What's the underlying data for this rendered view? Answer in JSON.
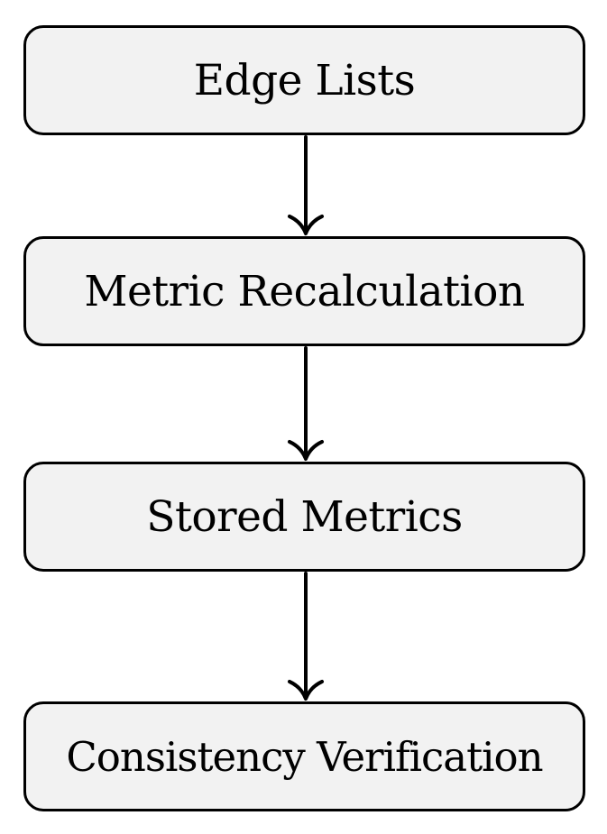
{
  "diagram": {
    "type": "flowchart",
    "direction": "top-to-bottom",
    "colors": {
      "node_fill": "#f2f2f2",
      "node_border": "#000000",
      "arrow": "#000000",
      "text": "#000000",
      "background": "#ffffff"
    },
    "nodes": [
      {
        "id": "edge-lists",
        "label": "Edge Lists"
      },
      {
        "id": "metric-recalculation",
        "label": "Metric Recalculation"
      },
      {
        "id": "stored-metrics",
        "label": "Stored Metrics"
      },
      {
        "id": "consistency-verification",
        "label": "Consistency Verification"
      }
    ],
    "edges": [
      {
        "from": "edge-lists",
        "to": "metric-recalculation"
      },
      {
        "from": "metric-recalculation",
        "to": "stored-metrics"
      },
      {
        "from": "stored-metrics",
        "to": "consistency-verification"
      }
    ]
  }
}
